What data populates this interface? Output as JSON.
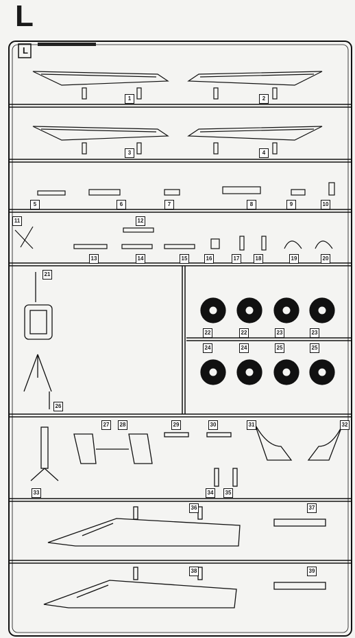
{
  "sheet": {
    "letter": "L",
    "frame_tag": "L"
  },
  "parts": [
    {
      "id": "p1",
      "label": "1"
    },
    {
      "id": "p2",
      "label": "2"
    },
    {
      "id": "p3",
      "label": "3"
    },
    {
      "id": "p4",
      "label": "4"
    },
    {
      "id": "p5",
      "label": "5"
    },
    {
      "id": "p6",
      "label": "6"
    },
    {
      "id": "p7",
      "label": "7"
    },
    {
      "id": "p8",
      "label": "8"
    },
    {
      "id": "p9",
      "label": "9"
    },
    {
      "id": "p10",
      "label": "10"
    },
    {
      "id": "p11",
      "label": "11"
    },
    {
      "id": "p12",
      "label": "12"
    },
    {
      "id": "p13",
      "label": "13"
    },
    {
      "id": "p14",
      "label": "14"
    },
    {
      "id": "p15",
      "label": "15"
    },
    {
      "id": "p16",
      "label": "16"
    },
    {
      "id": "p17",
      "label": "17"
    },
    {
      "id": "p18",
      "label": "18"
    },
    {
      "id": "p19",
      "label": "19"
    },
    {
      "id": "p20",
      "label": "20"
    },
    {
      "id": "p21",
      "label": "21"
    },
    {
      "id": "p22a",
      "label": "22"
    },
    {
      "id": "p22b",
      "label": "22"
    },
    {
      "id": "p23a",
      "label": "23"
    },
    {
      "id": "p23b",
      "label": "23"
    },
    {
      "id": "p24a",
      "label": "24"
    },
    {
      "id": "p24b",
      "label": "24"
    },
    {
      "id": "p25a",
      "label": "25"
    },
    {
      "id": "p25b",
      "label": "25"
    },
    {
      "id": "p26",
      "label": "26"
    },
    {
      "id": "p27",
      "label": "27"
    },
    {
      "id": "p28",
      "label": "28"
    },
    {
      "id": "p29",
      "label": "29"
    },
    {
      "id": "p30",
      "label": "30"
    },
    {
      "id": "p31",
      "label": "31"
    },
    {
      "id": "p32",
      "label": "32"
    },
    {
      "id": "p33",
      "label": "33"
    },
    {
      "id": "p34",
      "label": "34"
    },
    {
      "id": "p35",
      "label": "35"
    },
    {
      "id": "p36",
      "label": "36"
    },
    {
      "id": "p37",
      "label": "37"
    },
    {
      "id": "p38",
      "label": "38"
    },
    {
      "id": "p39",
      "label": "39"
    }
  ]
}
